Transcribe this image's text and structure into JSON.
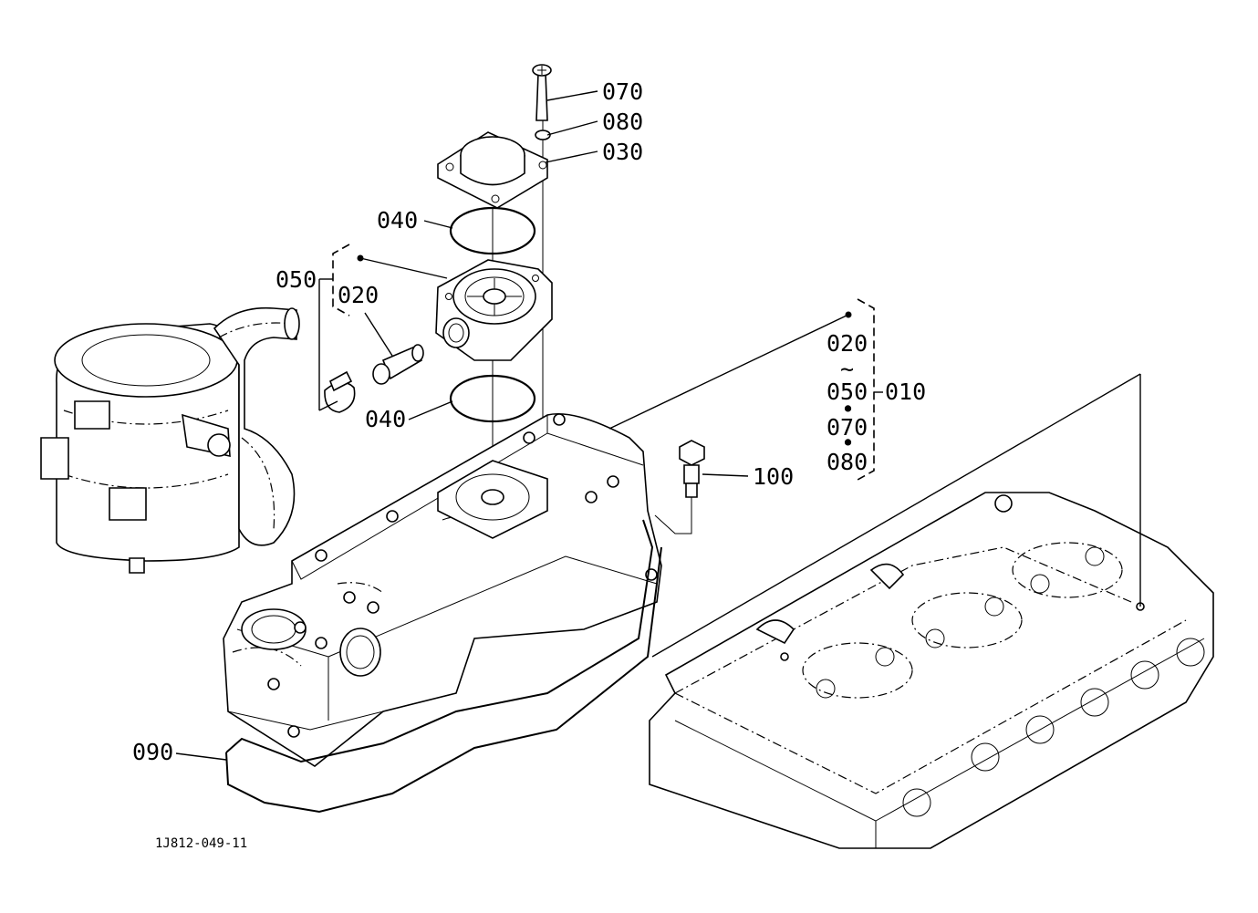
{
  "diagram": {
    "drawing_code": "1J812-049-11",
    "callouts": [
      {
        "id": "c070",
        "text": "070"
      },
      {
        "id": "c080",
        "text": "080"
      },
      {
        "id": "c030",
        "text": "030"
      },
      {
        "id": "c040a",
        "text": "040"
      },
      {
        "id": "c050",
        "text": "050"
      },
      {
        "id": "c020",
        "text": "020"
      },
      {
        "id": "c040b",
        "text": "040"
      },
      {
        "id": "c100",
        "text": "100"
      },
      {
        "id": "c090",
        "text": "090"
      }
    ],
    "assembly_group": {
      "items": [
        "020",
        "~",
        "050",
        "•",
        "070",
        "•",
        "080"
      ],
      "result": "010"
    }
  }
}
